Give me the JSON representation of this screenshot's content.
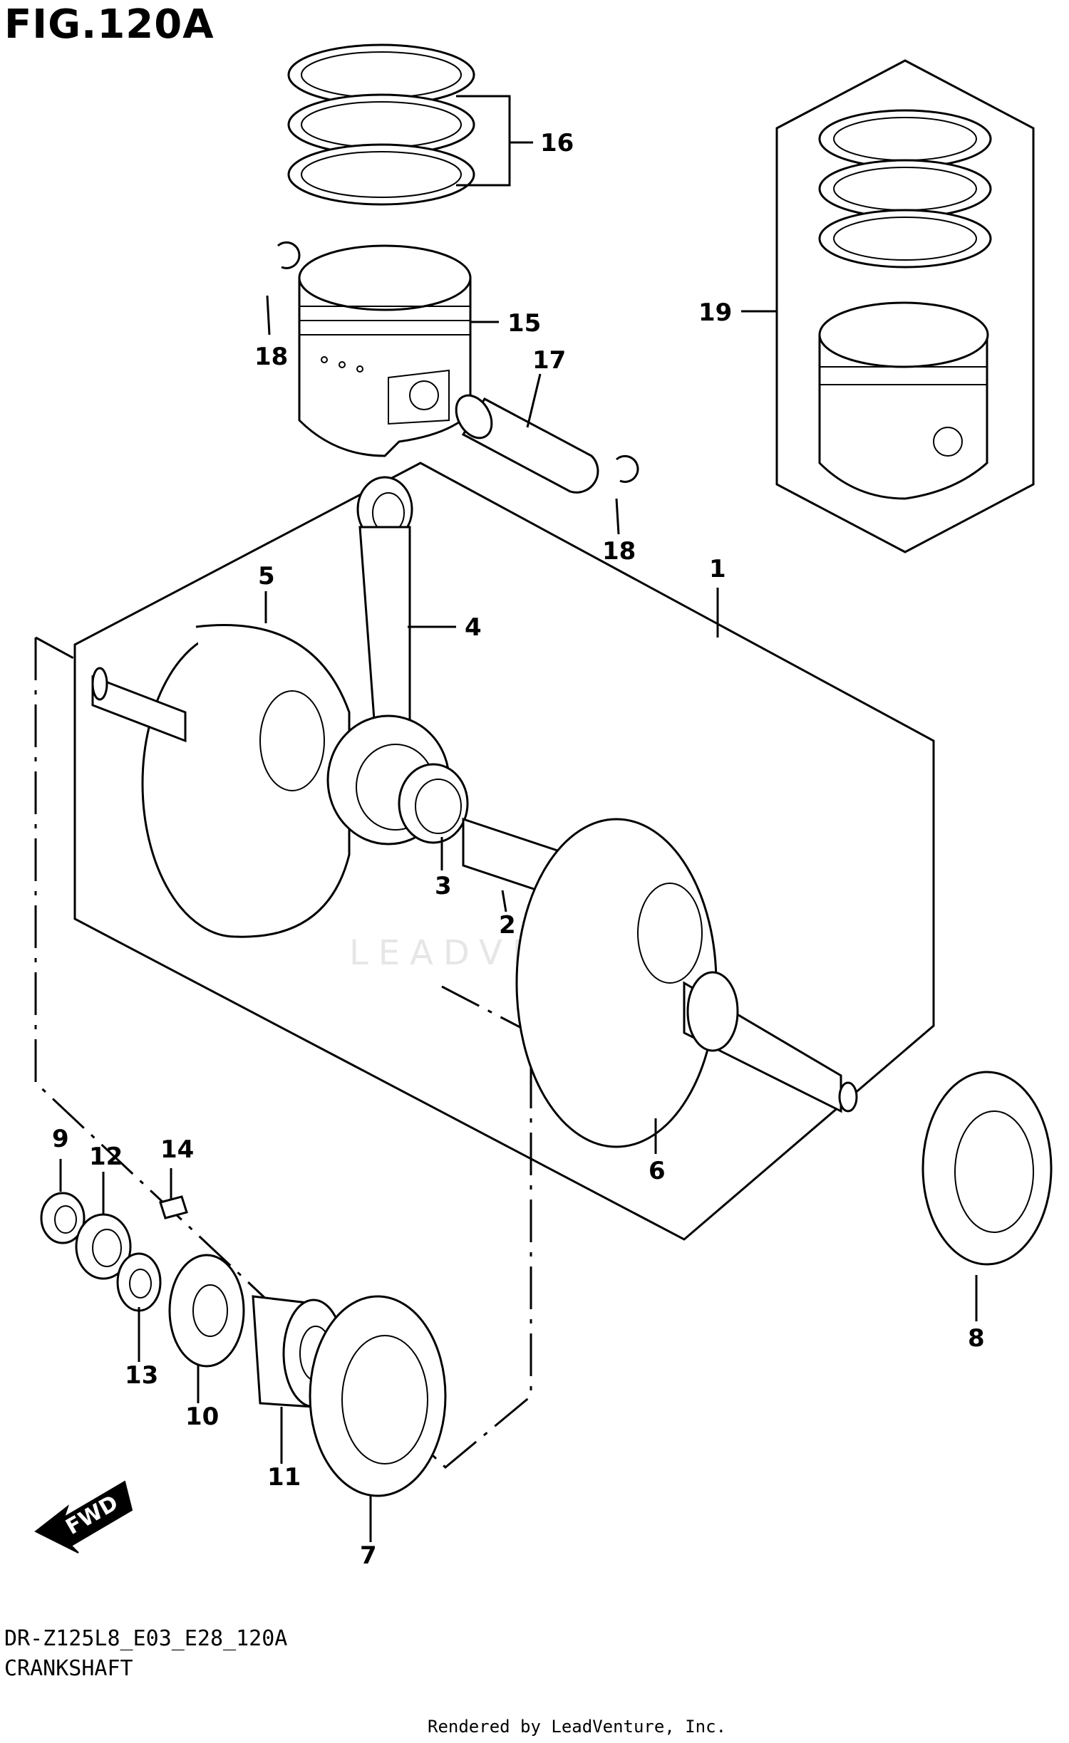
{
  "figure": {
    "title": "FIG.120A",
    "model_code": "DR-Z125L8_E03_E28_120A",
    "section_name": "CRANKSHAFT",
    "credit": "Rendered by LeadVenture, Inc.",
    "watermark": "LEADVENTURE",
    "fwd_label": "FWD"
  },
  "callouts": [
    {
      "label": "1"
    },
    {
      "label": "2"
    },
    {
      "label": "3"
    },
    {
      "label": "4"
    },
    {
      "label": "5"
    },
    {
      "label": "6"
    },
    {
      "label": "7"
    },
    {
      "label": "8"
    },
    {
      "label": "9"
    },
    {
      "label": "10"
    },
    {
      "label": "11"
    },
    {
      "label": "12"
    },
    {
      "label": "13"
    },
    {
      "label": "14"
    },
    {
      "label": "15"
    },
    {
      "label": "16"
    },
    {
      "label": "17"
    },
    {
      "label": "18"
    },
    {
      "label": "18"
    },
    {
      "label": "19"
    }
  ],
  "colors": {
    "line": "#000000",
    "background": "#ffffff",
    "watermark": "#e6e6e6"
  }
}
